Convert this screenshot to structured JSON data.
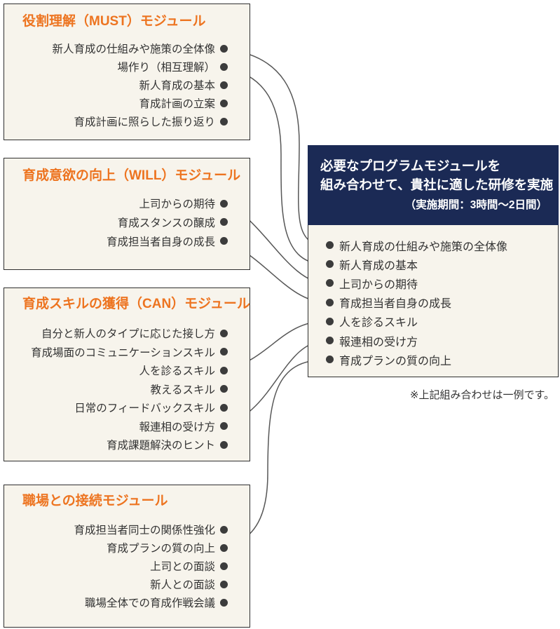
{
  "palette": {
    "accent_orange": "#ed7420",
    "navy": "#1b2a55",
    "cream": "#f7f4ec",
    "box_border": "#2f2f2f",
    "connector_gray": "#575757",
    "bullet_charcoal": "#3c3c3c",
    "text": "#333333"
  },
  "modules": [
    {
      "title": "役割理解（MUST）モジュール",
      "items": [
        "新人育成の仕組みや施策の全体像",
        "場作り（相互理解）",
        "新人育成の基本",
        "育成計画の立案",
        "育成計画に照らした振り返り"
      ]
    },
    {
      "title": "育成意欲の向上（WILL）モジュール",
      "items": [
        "上司からの期待",
        "育成スタンスの醸成",
        "育成担当者自身の成長"
      ]
    },
    {
      "title": "育成スキルの獲得（CAN）モジュール",
      "items": [
        "自分と新人のタイプに応じた接し方",
        "育成場面のコミュニケーションスキル",
        "人を診るスキル",
        "教えるスキル",
        "日常のフィードバックスキル",
        "報連相の受け方",
        "育成課題解決のヒント"
      ]
    },
    {
      "title": "職場との接続モジュール",
      "items": [
        "育成担当者同士の関係性強化",
        "育成プランの質の向上",
        "上司との面談",
        "新人との面談",
        "職場全体での育成作戦会議"
      ]
    }
  ],
  "program": {
    "headline_line1": "必要なプログラムモジュールを",
    "headline_line2": "組み合わせて、貴社に適した研修を実施",
    "duration": "（実施期間：3時間〜2日間）",
    "selected_items": [
      "新人育成の仕組みや施策の全体像",
      "新人育成の基本",
      "上司からの期待",
      "育成担当者自身の成長",
      "人を診るスキル",
      "報連相の受け方",
      "育成プランの質の向上"
    ]
  },
  "note": "※上記組み合わせは一例です。"
}
